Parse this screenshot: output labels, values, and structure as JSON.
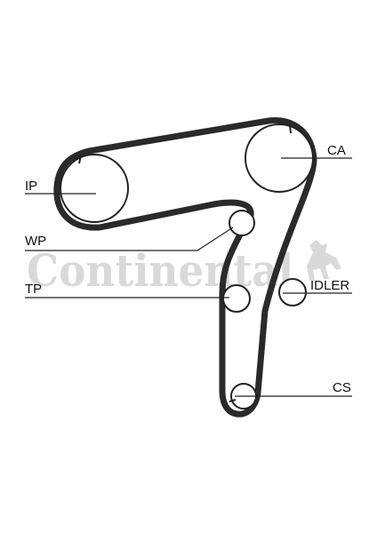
{
  "watermark": {
    "brand": "Continental"
  },
  "labels": {
    "ip": "IP",
    "ca": "CA",
    "wp": "WP",
    "tp": "TP",
    "idler": "IDLER",
    "cs": "CS"
  },
  "colors": {
    "belt": "#2a2a2a",
    "watermark": "#d9d9d9"
  }
}
